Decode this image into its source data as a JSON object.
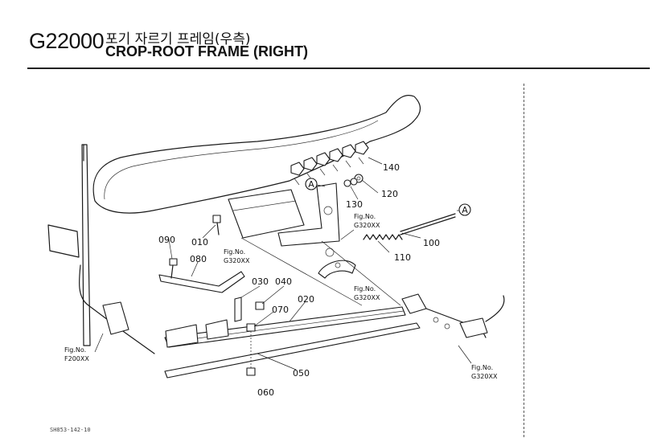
{
  "header": {
    "page_code": "G22000",
    "title_korean": "포기 자르기 프레임(우측)",
    "title_english": "CROP-ROOT FRAME (RIGHT)"
  },
  "footer": {
    "code": "SH853-142-10"
  },
  "callouts": [
    {
      "id": "p010",
      "text": "010"
    },
    {
      "id": "p020",
      "text": "020"
    },
    {
      "id": "p030",
      "text": "030"
    },
    {
      "id": "p040",
      "text": "040"
    },
    {
      "id": "p050",
      "text": "050"
    },
    {
      "id": "p060",
      "text": "060"
    },
    {
      "id": "p070",
      "text": "070"
    },
    {
      "id": "p080",
      "text": "080"
    },
    {
      "id": "p090",
      "text": "090"
    },
    {
      "id": "p100",
      "text": "100"
    },
    {
      "id": "p110",
      "text": "110"
    },
    {
      "id": "p120",
      "text": "120"
    },
    {
      "id": "p130",
      "text": "130"
    },
    {
      "id": "p140",
      "text": "140"
    }
  ],
  "fig_refs": [
    {
      "id": "f1",
      "line1": "Fig.No.",
      "line2": "G320XX"
    },
    {
      "id": "f2",
      "line1": "Fig.No.",
      "line2": "G320XX"
    },
    {
      "id": "f3",
      "line1": "Fig.No.",
      "line2": "G320XX"
    },
    {
      "id": "f4",
      "line1": "Fig.No.",
      "line2": "G320XX"
    },
    {
      "id": "f5",
      "line1": "Fig.No.",
      "line2": "F200XX"
    }
  ],
  "markers": [
    {
      "id": "a1",
      "text": "A"
    },
    {
      "id": "a2",
      "text": "A"
    }
  ]
}
